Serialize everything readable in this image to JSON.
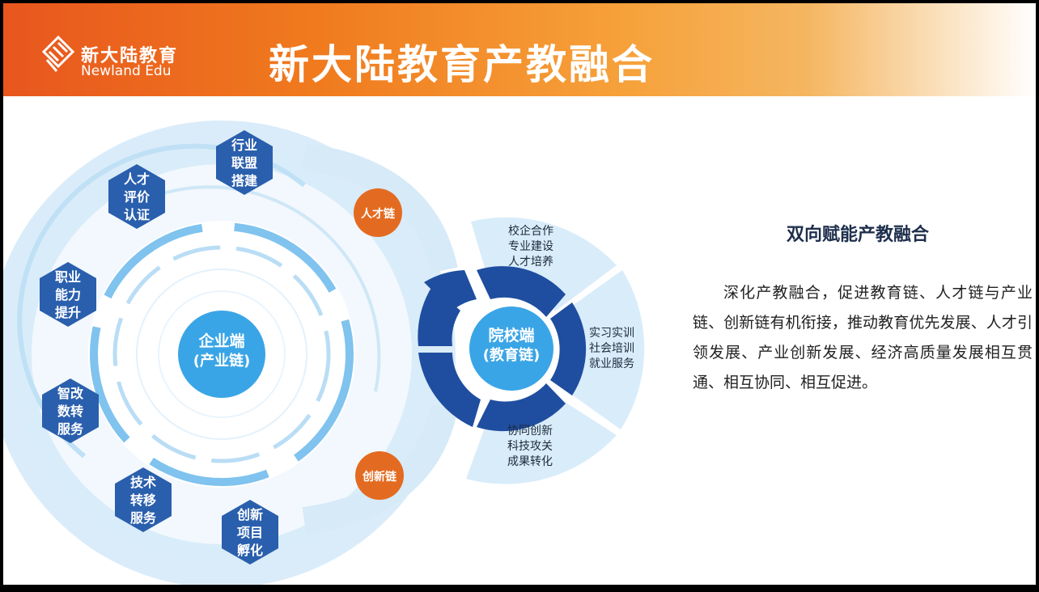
{
  "header": {
    "brand_cn": "新大陆教育",
    "brand_en": "Newland Edu",
    "title": "新大陆教育产教融合"
  },
  "diagram": {
    "enterprise_center": [
      "企业端",
      "(产业链)"
    ],
    "school_center": [
      "院校端",
      "(教育链)"
    ],
    "talent_chain": "人才链",
    "innovation_chain": "创新链",
    "hexagons": [
      [
        "行业",
        "联盟",
        "搭建"
      ],
      [
        "人才",
        "评价",
        "认证"
      ],
      [
        "职业",
        "能力",
        "提升"
      ],
      [
        "智改",
        "数转",
        "服务"
      ],
      [
        "技术",
        "转移",
        "服务"
      ],
      [
        "创新",
        "项目",
        "孵化"
      ]
    ],
    "school_sectors": [
      [
        "校企合作",
        "专业建设",
        "人才培养"
      ],
      [
        "实习实训",
        "社会培训",
        "就业服务"
      ],
      [
        "协同创新",
        "科技攻关",
        "成果转化"
      ]
    ]
  },
  "side": {
    "title": "双向赋能产教融合",
    "body": "深化产教融合，促进教育链、人才链与产业链、创新链有机衔接，推动教育优先发展、人才引领发展、产业创新发展、经济高质量发展相互贯通、相互协同、相互促进。"
  },
  "colors": {
    "header_orange": "#f07a1e",
    "dark_blue": "#1f4ea0",
    "hex_blue": "#2a5fad",
    "center_blue": "#3aa5e6",
    "light_blue": "#dceefa",
    "orange_badge": "#e36b21"
  }
}
